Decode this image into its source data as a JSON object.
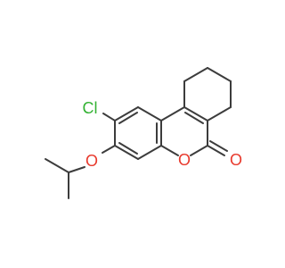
{
  "diagram": {
    "type": "chemical-structure",
    "atoms": [
      {
        "id": "cl",
        "label": "Cl",
        "color": "#33b233"
      },
      {
        "id": "o-ether",
        "label": "O",
        "color": "#e8392c"
      },
      {
        "id": "o-ring",
        "label": "O",
        "color": "#e8392c"
      },
      {
        "id": "o-carbonyl",
        "label": "O",
        "color": "#e8392c"
      }
    ],
    "bond_color": "#3c3c3c"
  }
}
